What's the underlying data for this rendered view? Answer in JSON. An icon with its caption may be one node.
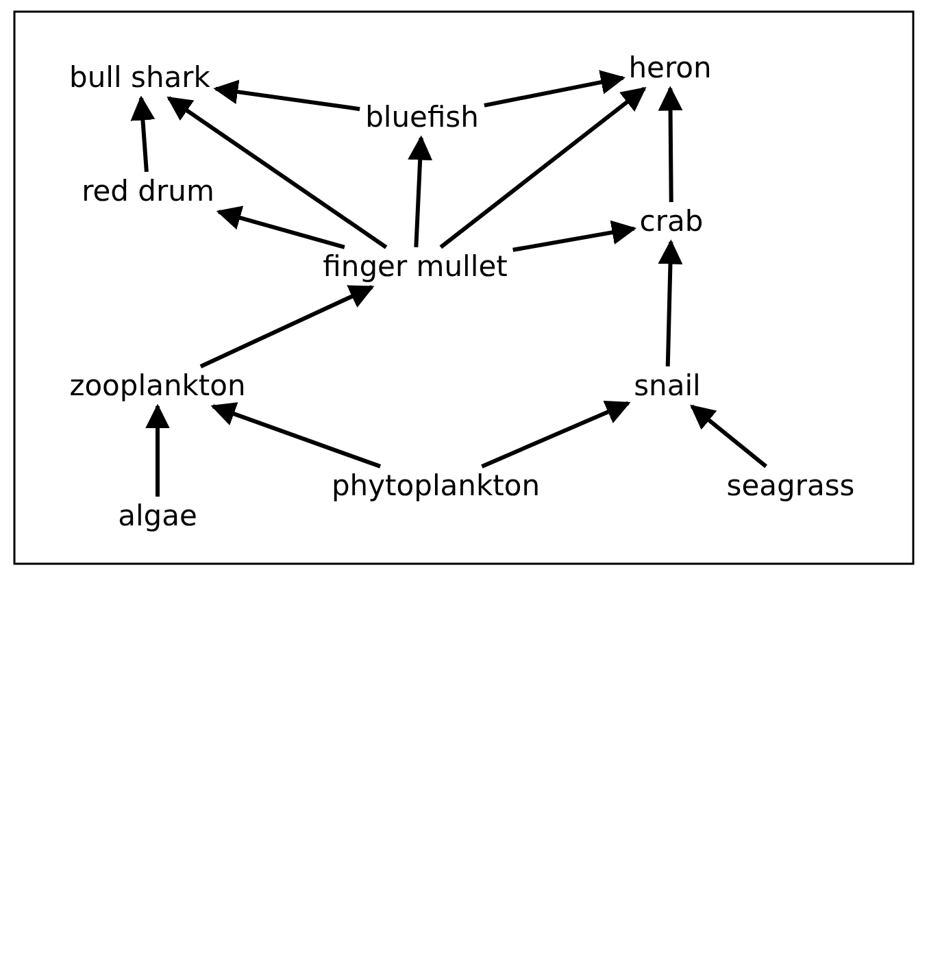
{
  "diagram": {
    "nodes": [
      {
        "text": [
          "bull shark"
        ]
      },
      {
        "text": [
          "heron"
        ]
      },
      {
        "text": [
          "bluefish"
        ]
      },
      {
        "text": [
          "red drum"
        ]
      },
      {
        "text": [
          "crab"
        ]
      },
      {
        "text": [
          "finger mullet"
        ]
      },
      {
        "text": [
          "zooplankton"
        ]
      },
      {
        "text": [
          "snail"
        ]
      },
      {
        "text": [
          "algae"
        ]
      },
      {
        "text": [
          "phytoplankton"
        ]
      },
      {
        "text": [
          "seagrass"
        ]
      }
    ],
    "edges": [
      {
        "from": 2,
        "to": 0,
        "arrow": "to"
      },
      {
        "from": 2,
        "to": 1,
        "arrow": "to"
      },
      {
        "from": 5,
        "to": 0,
        "arrow": "to"
      },
      {
        "from": 5,
        "to": 2,
        "arrow": "to"
      },
      {
        "from": 5,
        "to": 1,
        "arrow": "to"
      },
      {
        "from": 5,
        "to": 3,
        "arrow": "to"
      },
      {
        "from": 5,
        "to": 4,
        "arrow": "to"
      },
      {
        "from": 3,
        "to": 0,
        "arrow": "to"
      },
      {
        "from": 4,
        "to": 1,
        "arrow": "to"
      },
      {
        "from": 7,
        "to": 4,
        "arrow": "to"
      },
      {
        "from": 6,
        "to": 5,
        "arrow": "to"
      },
      {
        "from": 8,
        "to": 6,
        "arrow": "to"
      },
      {
        "from": 9,
        "to": 6,
        "arrow": "to"
      },
      {
        "from": 9,
        "to": 7,
        "arrow": "to"
      },
      {
        "from": 10,
        "to": 7,
        "arrow": "to"
      }
    ]
  }
}
